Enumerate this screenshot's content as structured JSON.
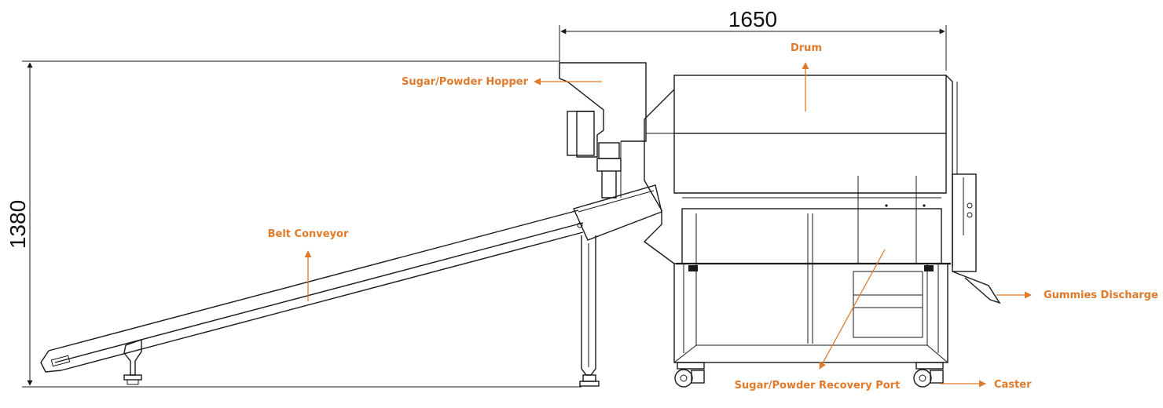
{
  "dimensions": {
    "width_label": "1650",
    "height_label": "1380"
  },
  "labels": {
    "drum": "Drum",
    "hopper": "Sugar/Powder Hopper",
    "belt_conveyor": "Belt Conveyor",
    "gummies_discharge": "Gummies Discharge",
    "recovery_port": "Sugar/Powder Recovery Port",
    "caster": "Caster"
  },
  "colors": {
    "accent": "#e07a2b",
    "line": "#1a1a1a"
  }
}
